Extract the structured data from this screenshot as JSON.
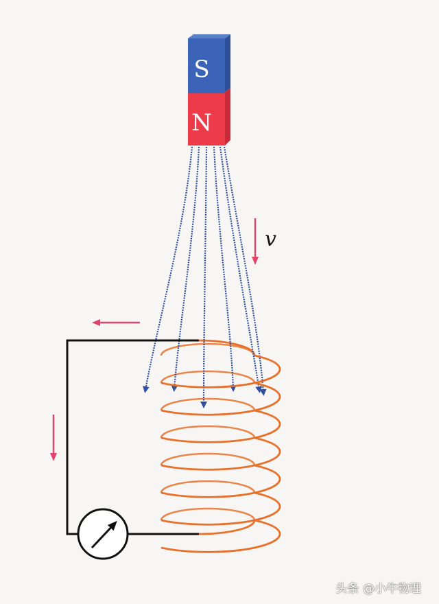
{
  "magnet": {
    "south_label": "S",
    "north_label": "N",
    "south_color": "#3b63b8",
    "north_color": "#ee3b4a"
  },
  "field_lines": {
    "count": 6,
    "color": "#2f4fa3"
  },
  "motion": {
    "velocity_label": "v",
    "arrow_color": "#e0446a"
  },
  "coil": {
    "turns": 7,
    "color": "#e8702a"
  },
  "circuit": {
    "wire_color": "#111111",
    "meter_icon": "galvanometer-icon"
  },
  "current_arrow_color": "#e0446a",
  "watermark": {
    "text": "头条 @小牛物理"
  }
}
